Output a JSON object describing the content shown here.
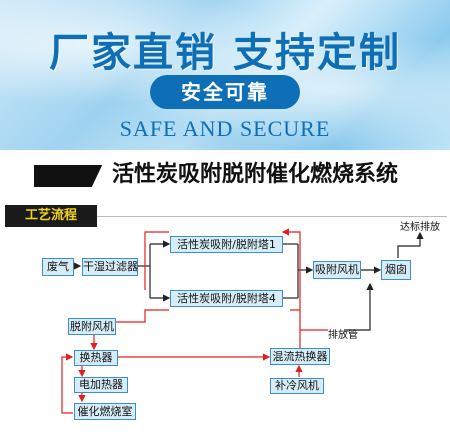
{
  "banner": {
    "title": "厂家直销  支持定制",
    "pill": "安全可靠",
    "subtitle": "SAFE AND SECURE"
  },
  "system_title": "活性炭吸附脱附催化燃烧系统",
  "section_label": "工艺流程",
  "nodes": {
    "waste_gas": "废气",
    "dry_filter": "干湿过滤器",
    "tower_1": "活性炭吸附/脱附塔1",
    "tower_4": "活性炭吸附/脱附塔4",
    "adsorption_fan": "吸附风机",
    "chimney": "烟囱",
    "emission_ok": "达标排放",
    "exhaust_pipe": "排放管",
    "desorption_fan": "脱附风机",
    "heat_exchanger": "换热器",
    "mixing_exchanger": "混流热换器",
    "electric_heater": "电加热器",
    "catalytic_chamber": "催化燃烧室",
    "cooling_fan": "补冷风机"
  },
  "colors": {
    "brand_blue": "#0f6fb6",
    "flow_black": "#222222",
    "flow_red": "#e02020",
    "box_fill": "#d6ecf7",
    "box_border": "#3b8fd0",
    "section_text": "#f2d21a"
  }
}
